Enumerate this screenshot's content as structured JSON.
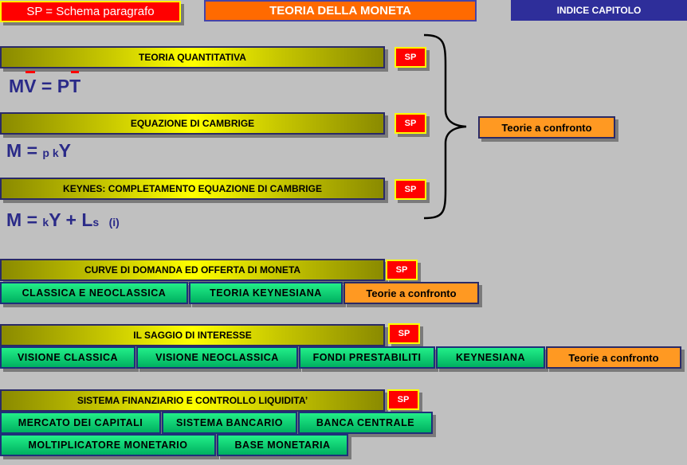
{
  "header": {
    "legend": "SP = Schema paragrafo",
    "title": "TEORIA DELLA MONETA",
    "index": "INDICE  CAPITOLO"
  },
  "sp_label": "SP",
  "theories": {
    "quantitativa": {
      "label": "TEORIA QUANTITATIVA",
      "formula": {
        "M": "M",
        "V": "V",
        "eq": "=",
        "P": "P",
        "T": "T"
      }
    },
    "cambrige": {
      "label": "EQUAZIONE DI CAMBRIGE",
      "formula": {
        "M": "M",
        "eq": "=",
        "pk": "p k",
        "Y": "Y"
      }
    },
    "keynes": {
      "label": "KEYNES: COMPLETAMENTO EQUAZIONE DI CAMBRIGE",
      "formula": {
        "M": "M",
        "eq": "=",
        "k": "k",
        "Y": "Y",
        "plus": "+",
        "L": "L",
        "s": "s",
        "i": "(i)"
      }
    },
    "confronto": "Teorie a confronto"
  },
  "curve": {
    "label": "CURVE DI DOMANDA ED OFFERTA DI MONETA",
    "items": [
      "CLASSICA E NEOCLASSICA",
      "TEORIA KEYNESIANA",
      "Teorie a confronto"
    ]
  },
  "saggio": {
    "label": "IL SAGGIO DI INTERESSE",
    "items": [
      "VISIONE CLASSICA",
      "VISIONE NEOCLASSICA",
      "FONDI PRESTABILITI",
      "KEYNESIANA",
      "Teorie a confronto"
    ]
  },
  "sistema": {
    "label": "SISTEMA FINANZIARIO E CONTROLLO LIQUIDITA’",
    "row1": [
      "MERCATO DEI CAPITALI",
      "SISTEMA BANCARIO",
      "BANCA CENTRALE"
    ],
    "row2": [
      "MOLTIPLICATORE MONETARIO",
      "BASE MONETARIA"
    ]
  },
  "colors": {
    "background": "#c0c0c0",
    "sp_red": "#ff0000",
    "title_orange": "#ff6a00",
    "index_blue": "#2e2e9a",
    "formula_blue": "#2a2a88",
    "green": "#00c060",
    "orange_box": "#ff9922"
  }
}
